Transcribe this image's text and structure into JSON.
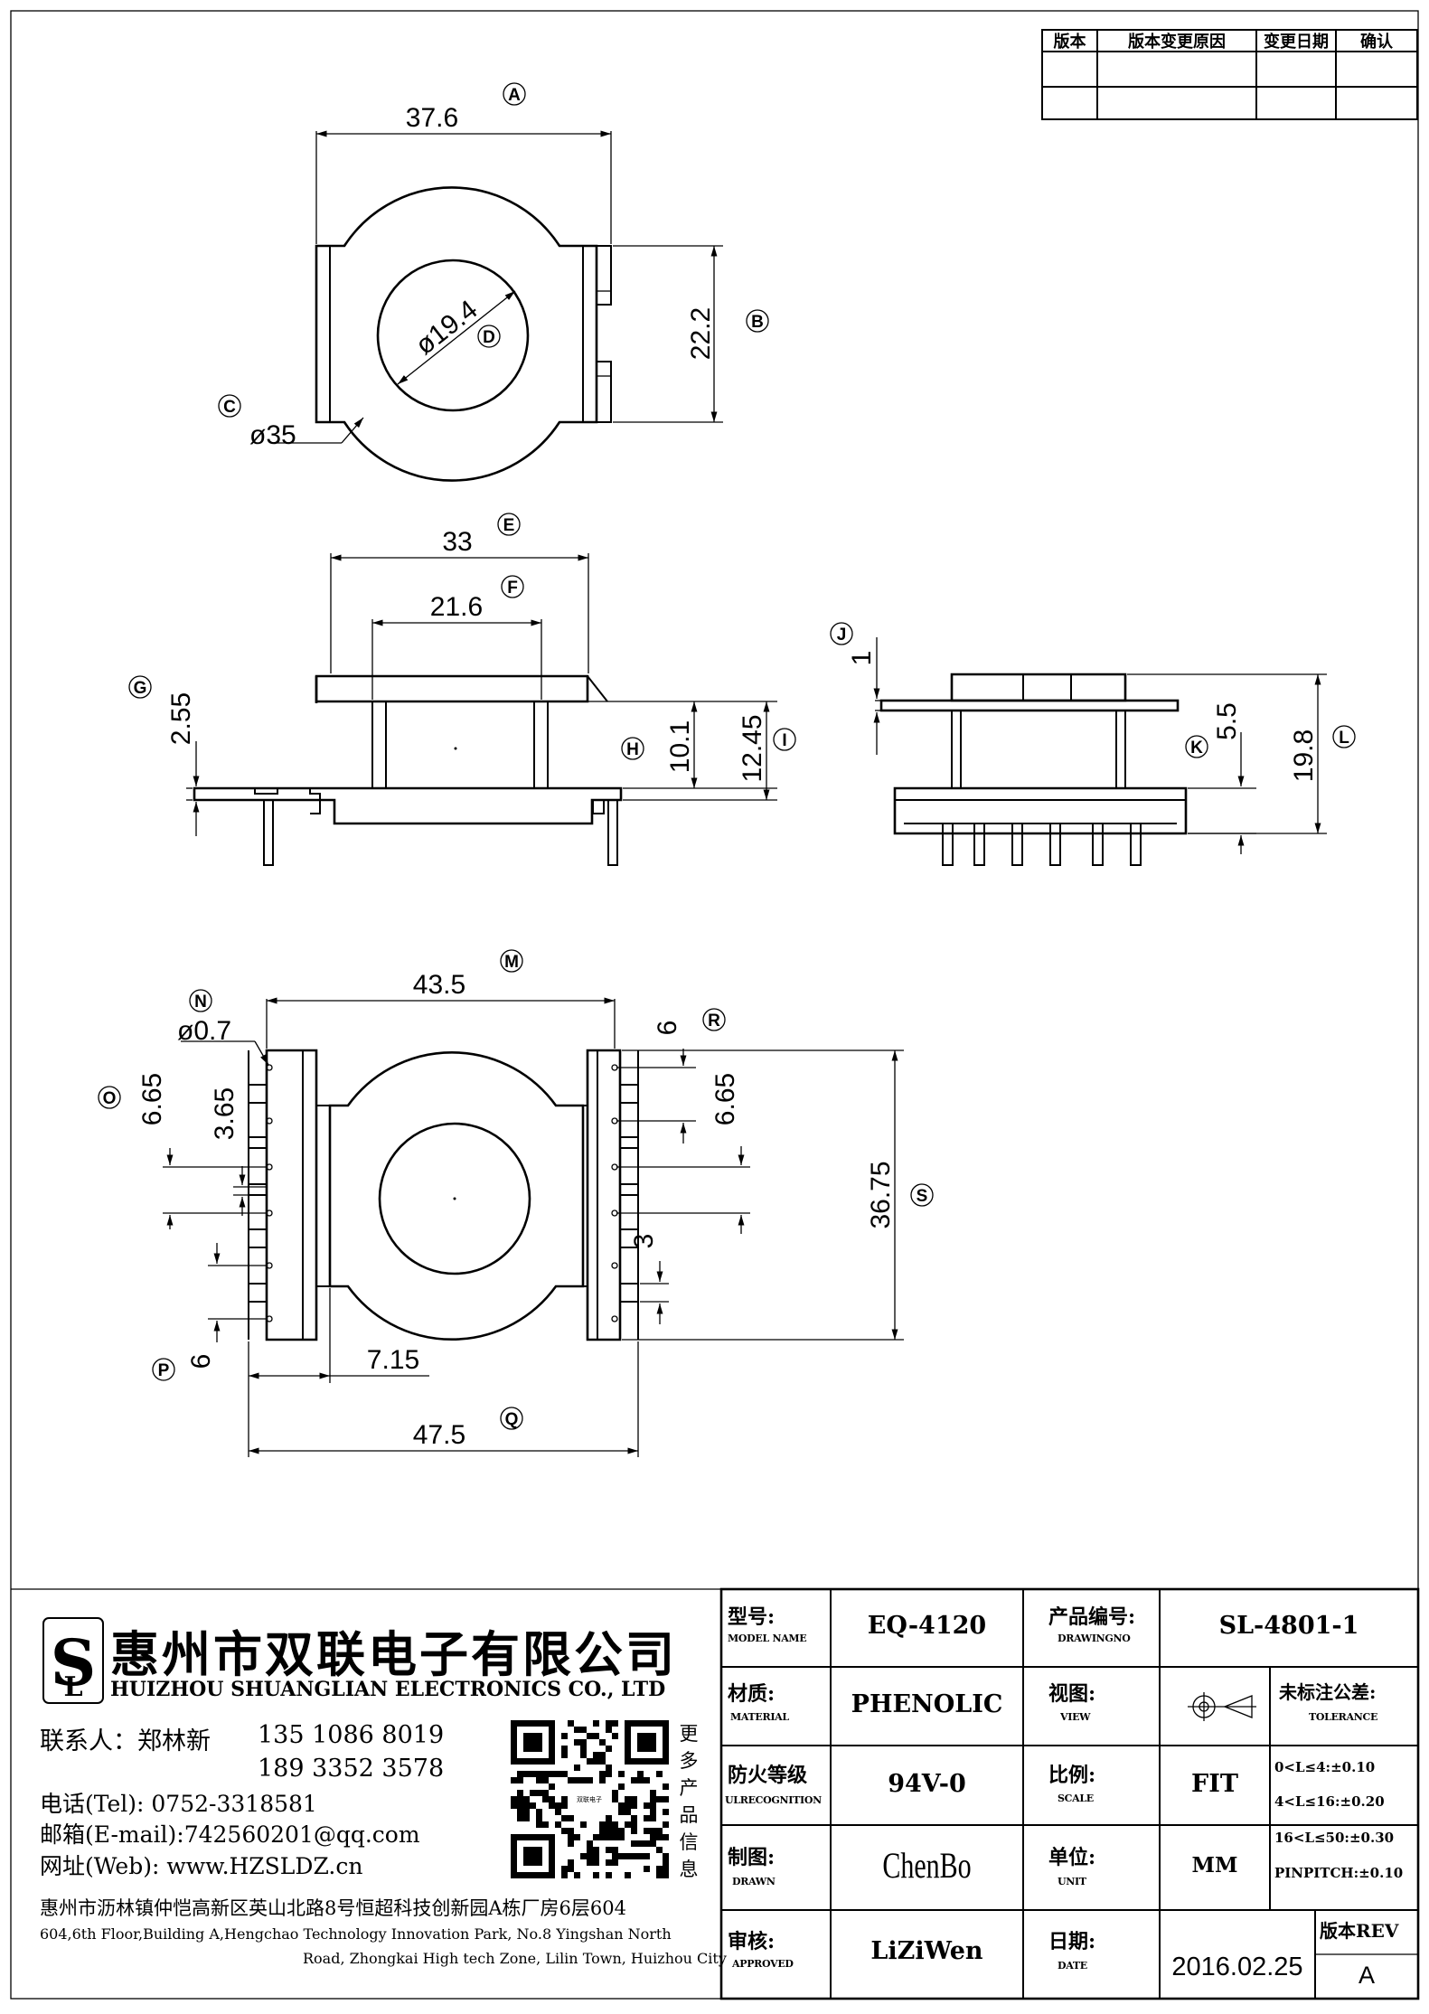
{
  "revision_table": {
    "headers": [
      "版本",
      "版本变更原因",
      "变更日期",
      "确认"
    ],
    "rows": [
      [
        "",
        "",
        "",
        ""
      ]
    ]
  },
  "dimension_labels": {
    "A": "37.6",
    "B": "22.2",
    "C": "ø35",
    "D": "ø19.4",
    "E": "33",
    "F": "21.6",
    "G": "2.55",
    "H": "10.1",
    "I": "12.45",
    "J": "1",
    "K": "5.5",
    "L": "19.8",
    "M": "43.5",
    "N": "ø0.7",
    "O": "6.65",
    "O_inner": "3.65",
    "P": "6",
    "P_offset": "7.15",
    "Q": "47.5",
    "R": "6",
    "R_lower": "6.65",
    "R_pitch": "3",
    "S": "36.75"
  },
  "callout_letters": [
    "A",
    "B",
    "C",
    "D",
    "E",
    "F",
    "G",
    "H",
    "I",
    "J",
    "K",
    "L",
    "M",
    "N",
    "O",
    "P",
    "Q",
    "R",
    "S"
  ],
  "company": {
    "name_cn": "惠州市双联电子有限公司",
    "name_en": "HUIZHOU SHUANGLIAN ELECTRONICS CO., LTD",
    "contact_label": "联系人：郑林新",
    "phone1": "135 1086 8019",
    "phone2": "189 3352 3578",
    "tel": "电话(Tel): 0752-3318581",
    "email": "邮箱(E-mail):742560201@qq.com",
    "web": "网址(Web): www.HZSLDZ.cn",
    "address_cn": "惠州市沥林镇仲恺高新区英山北路8号恒超科技创新园A栋厂房6层604",
    "address_en_1": "604,6th Floor,Building A,Hengchao Technology Innovation Park, No.8 Yingshan North",
    "address_en_2": "Road, Zhongkai High tech Zone, Lilin Town, Huizhou City",
    "qr_caption": [
      "更",
      "多",
      "产",
      "品",
      "信",
      "息"
    ],
    "qr_center": "双联电子"
  },
  "title_block": {
    "model_label": "型号:",
    "model_sub": "MODEL NAME",
    "model_value": "EQ-4120",
    "drawing_label": "产品编号:",
    "drawing_sub": "DRAWINGNO",
    "drawing_value": "SL-4801-1",
    "material_label": "材质:",
    "material_sub": "MATERIAL",
    "material_value": "PHENOLIC",
    "view_label": "视图:",
    "view_sub": "VIEW",
    "tolerance_label": "未标注公差:",
    "tolerance_sub": "TOLERANCE",
    "tolerances": [
      "0<L≤4:±0.10",
      "4<L≤16:±0.20",
      "16<L≤50:±0.30",
      "PINPITCH:±0.10"
    ],
    "fire_label": "防火等级",
    "fire_sub": "ULRECOGNITION",
    "fire_value": "94V-0",
    "scale_label": "比例:",
    "scale_sub": "SCALE",
    "scale_value": "FIT",
    "drawn_label": "制图:",
    "drawn_sub": "DRAWN",
    "drawn_value": "ChenBo",
    "unit_label": "单位:",
    "unit_sub": "UNIT",
    "unit_value": "MM",
    "approved_label": "审核:",
    "approved_sub": "APPROVED",
    "approved_value": "LiZiWen",
    "date_label": "日期:",
    "date_sub": "DATE",
    "date_value": "2016.02.25",
    "rev_label": "版本REV",
    "rev_value": "A"
  }
}
